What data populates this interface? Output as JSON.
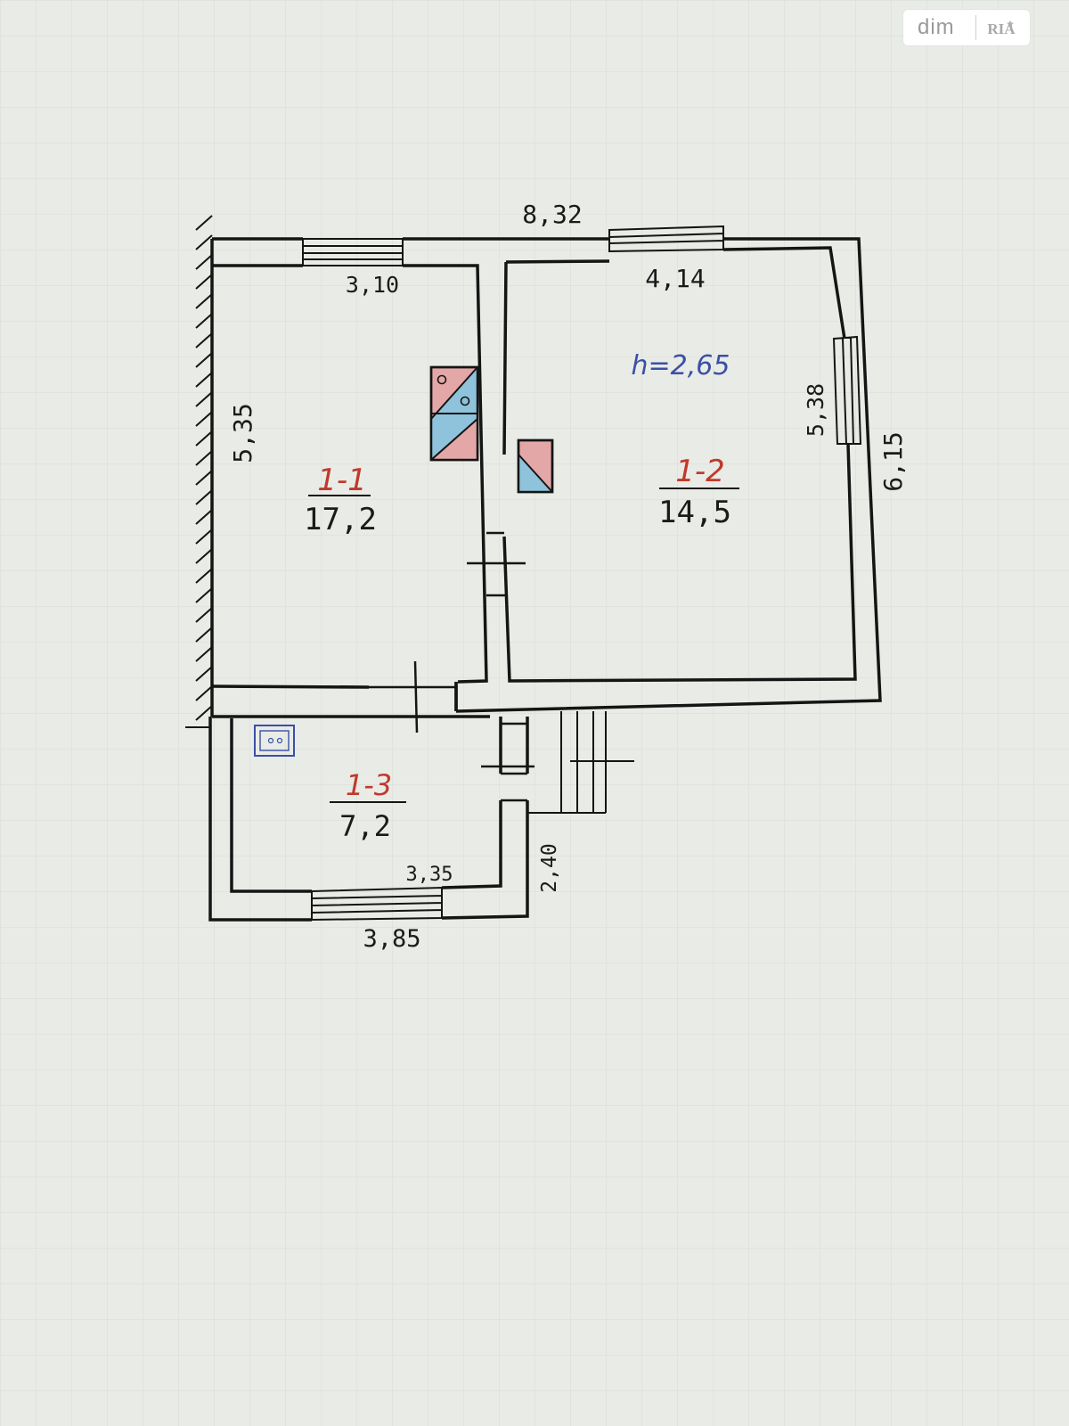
{
  "watermark": {
    "brand": "dim",
    "logo": "RIA"
  },
  "plan": {
    "overall_width": "8,32",
    "room_1_1": {
      "label": "1-1",
      "area": "17,2",
      "wall_top": "3,10",
      "wall_left": "5,35"
    },
    "room_1_2": {
      "label": "1-2",
      "area": "14,5",
      "wall_top": "4,14",
      "wall_right": "5,38",
      "height": "h=2,65"
    },
    "room_1_3": {
      "label": "1-3",
      "area": "7,2",
      "inner_bottom": "3,35",
      "outer_bottom": "3,85",
      "side": "2,40"
    },
    "overall_depth": "6,15"
  },
  "colors": {
    "ink": "#151515",
    "red": "#c0392b",
    "blue_ink": "#3a4fa8",
    "hatch_red": "#e4a7a7",
    "hatch_blue": "#8fc3db"
  }
}
